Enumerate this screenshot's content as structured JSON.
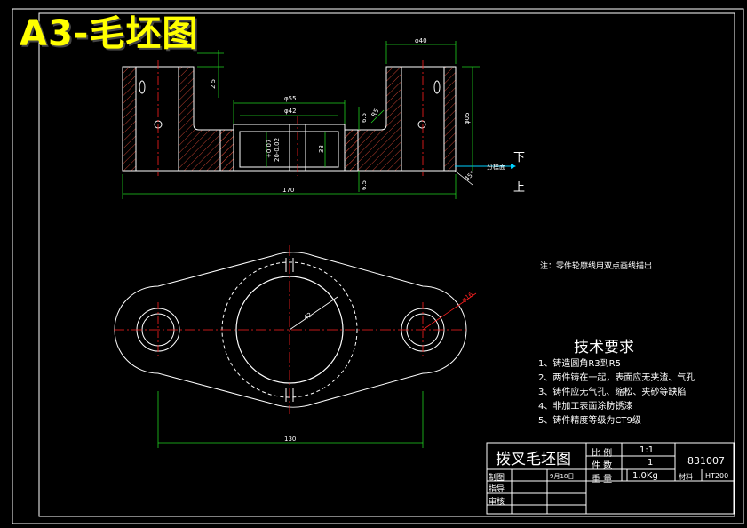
{
  "watermark": "A3-毛坯图",
  "top_view": {
    "dims": {
      "d40": "φ40",
      "d55": "φ55",
      "d42": "φ42",
      "d05": "φ05",
      "v25": "2.5",
      "v65a": "6.5",
      "v65b": "6.5",
      "v33": "33",
      "tol_up": "+0.07",
      "tol_dn": "20-0.02",
      "r5": "R5",
      "len170": "170",
      "a45": "45°"
    },
    "parting_label": "分模面",
    "dir_down": "下",
    "dir_up": "上"
  },
  "bottom_view": {
    "dims": {
      "r42": "42",
      "d16": "φ16",
      "len130": "130"
    }
  },
  "note": "注：零件轮廓线用双点画线描出",
  "requirements": {
    "title": "技术要求",
    "items": [
      "1、铸造圆角R3到R5",
      "2、两件铸在一起，表面应无夹渣、气孔",
      "3、铸件应无气孔、缩松、夹砂等缺陷",
      "4、非加工表面涂防锈漆",
      "5、铸件精度等级为CT9级"
    ]
  },
  "title_block": {
    "name": "拨叉毛坯图",
    "scale_label": "比 例",
    "scale_value": "1:1",
    "count_label": "件 数",
    "count_value": "1",
    "weight_label": "重 量",
    "weight_value": "1.0Kg",
    "drawing_no": "831007",
    "material_label": "材料",
    "material_value": "HT200",
    "drawn_label": "制图",
    "drawn_date": "9月18日",
    "check_label": "指导",
    "review_label": "审核"
  },
  "colors": {
    "outline": "#ffffff",
    "hatch": "#c04030",
    "center": "#ff2020",
    "dim": "#20d020",
    "cyan": "#00d0ff",
    "watermark": "#ffff00"
  }
}
